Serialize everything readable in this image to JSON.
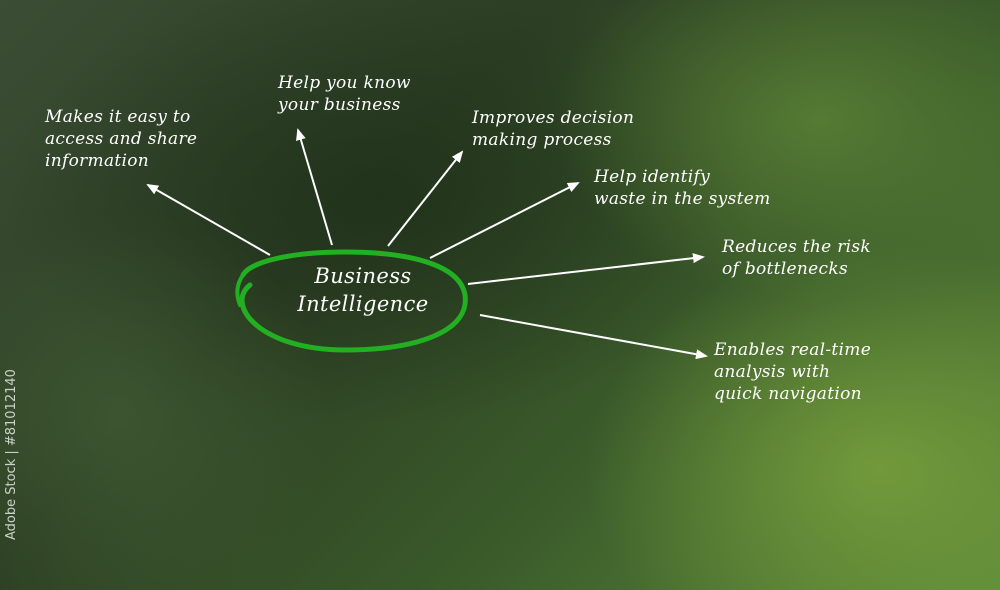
{
  "diagram": {
    "center": "Business\nIntelligence",
    "benefits": [
      "Makes it easy to\naccess and share\ninformation",
      "Help you know\nyour business",
      "Improves decision\nmaking process",
      "Help identify\nwaste in the system",
      "Reduces the risk\nof bottlenecks",
      "Enables real-time\nanalysis with\nquick navigation"
    ]
  },
  "colors": {
    "ellipse": "#22b022",
    "text": "#ffffff",
    "arrows": "#ffffff"
  },
  "watermark": {
    "side_text": "Adobe Stock | #81012140"
  }
}
